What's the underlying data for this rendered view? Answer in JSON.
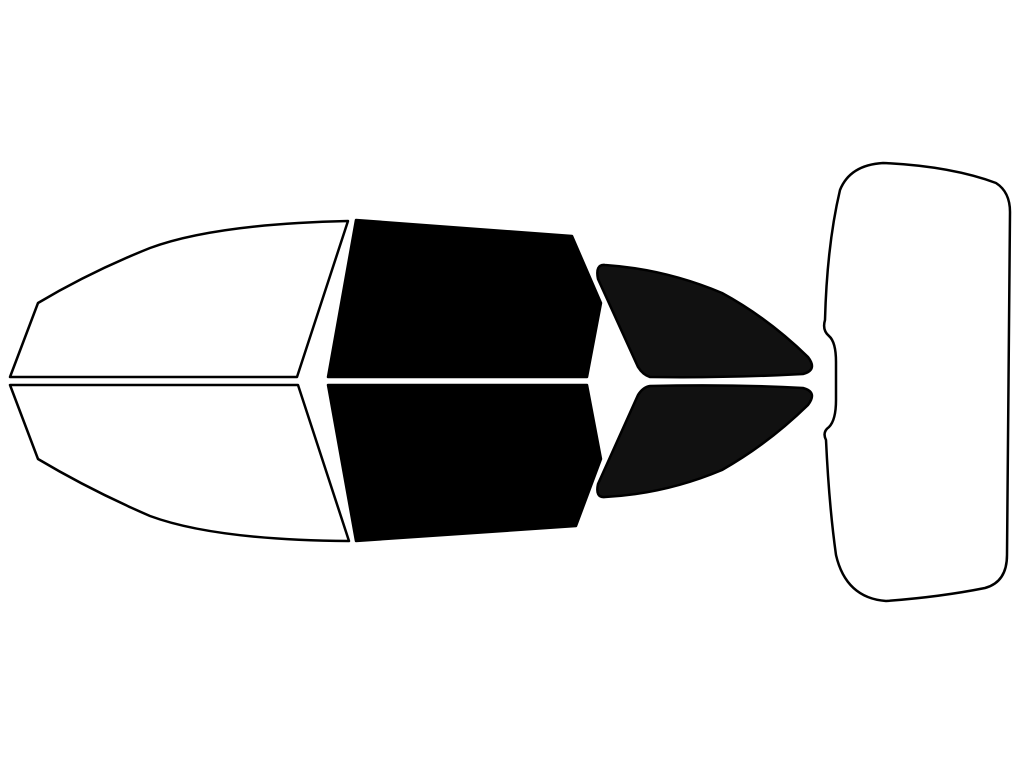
{
  "colors": {
    "background": "#ffffff",
    "outline": "#000000",
    "clear_window": "#ffffff",
    "tinted_window": "#000000",
    "tinted_rear_quarter": "#111111"
  },
  "windows": [
    {
      "id": "front-left-door-window",
      "tinted": false
    },
    {
      "id": "front-right-door-window",
      "tinted": false
    },
    {
      "id": "rear-left-door-window",
      "tinted": true
    },
    {
      "id": "rear-right-door-window",
      "tinted": true
    },
    {
      "id": "rear-left-quarter-window",
      "tinted": true
    },
    {
      "id": "rear-right-quarter-window",
      "tinted": true
    },
    {
      "id": "rear-windshield",
      "tinted": false
    }
  ]
}
